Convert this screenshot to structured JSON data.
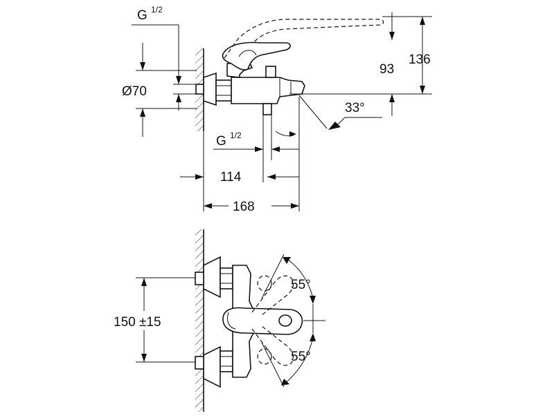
{
  "dimensions": {
    "inlet_thread_top": "G",
    "inlet_thread_top_fraction": "1/2",
    "inlet_thread_bottom": "G",
    "inlet_thread_bottom_fraction": "1/2",
    "escutcheon_diameter": "Ø70",
    "spout_height_93": "93",
    "lever_height_136": "136",
    "spout_angle": "33°",
    "depth_114": "114",
    "depth_168": "168",
    "centres": "150 ±15",
    "lever_angle_up": "55°",
    "lever_angle_down": "55°"
  }
}
